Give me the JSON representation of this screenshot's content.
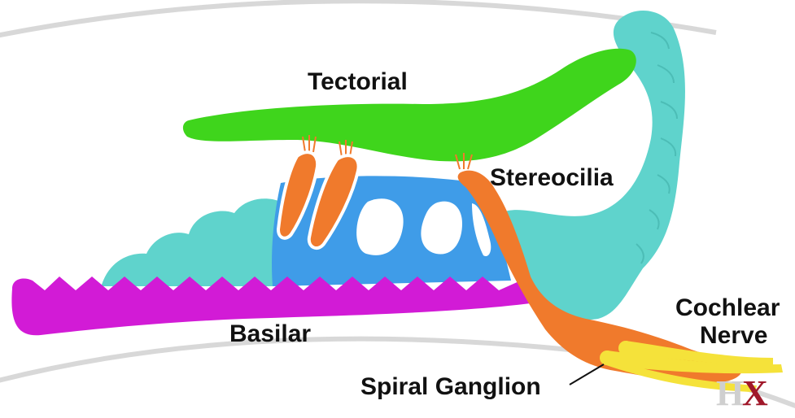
{
  "diagram": {
    "labels": {
      "tectorial": "Tectorial",
      "stereocilia": "Stereocilia",
      "basilar": "Basilar",
      "cochlear_line1": "Cochlear",
      "cochlear_line2": "Nerve",
      "spiral_ganglion": "Spiral Ganglion"
    },
    "logo": {
      "letter_h": "H",
      "letter_x": "X"
    }
  },
  "colors": {
    "background": "#ffffff",
    "tectorial": "#3fd51c",
    "supporting_tissue": "#5fd3cc",
    "cell_region": "#3f9ce8",
    "basilar": "#d21bd6",
    "hair_cell": "#f07a2c",
    "nerve_fiber": "#f5e23a",
    "outline_arc": "#d8d8d8",
    "logo_h": "#cfcfcf",
    "logo_x": "#a0182a"
  }
}
